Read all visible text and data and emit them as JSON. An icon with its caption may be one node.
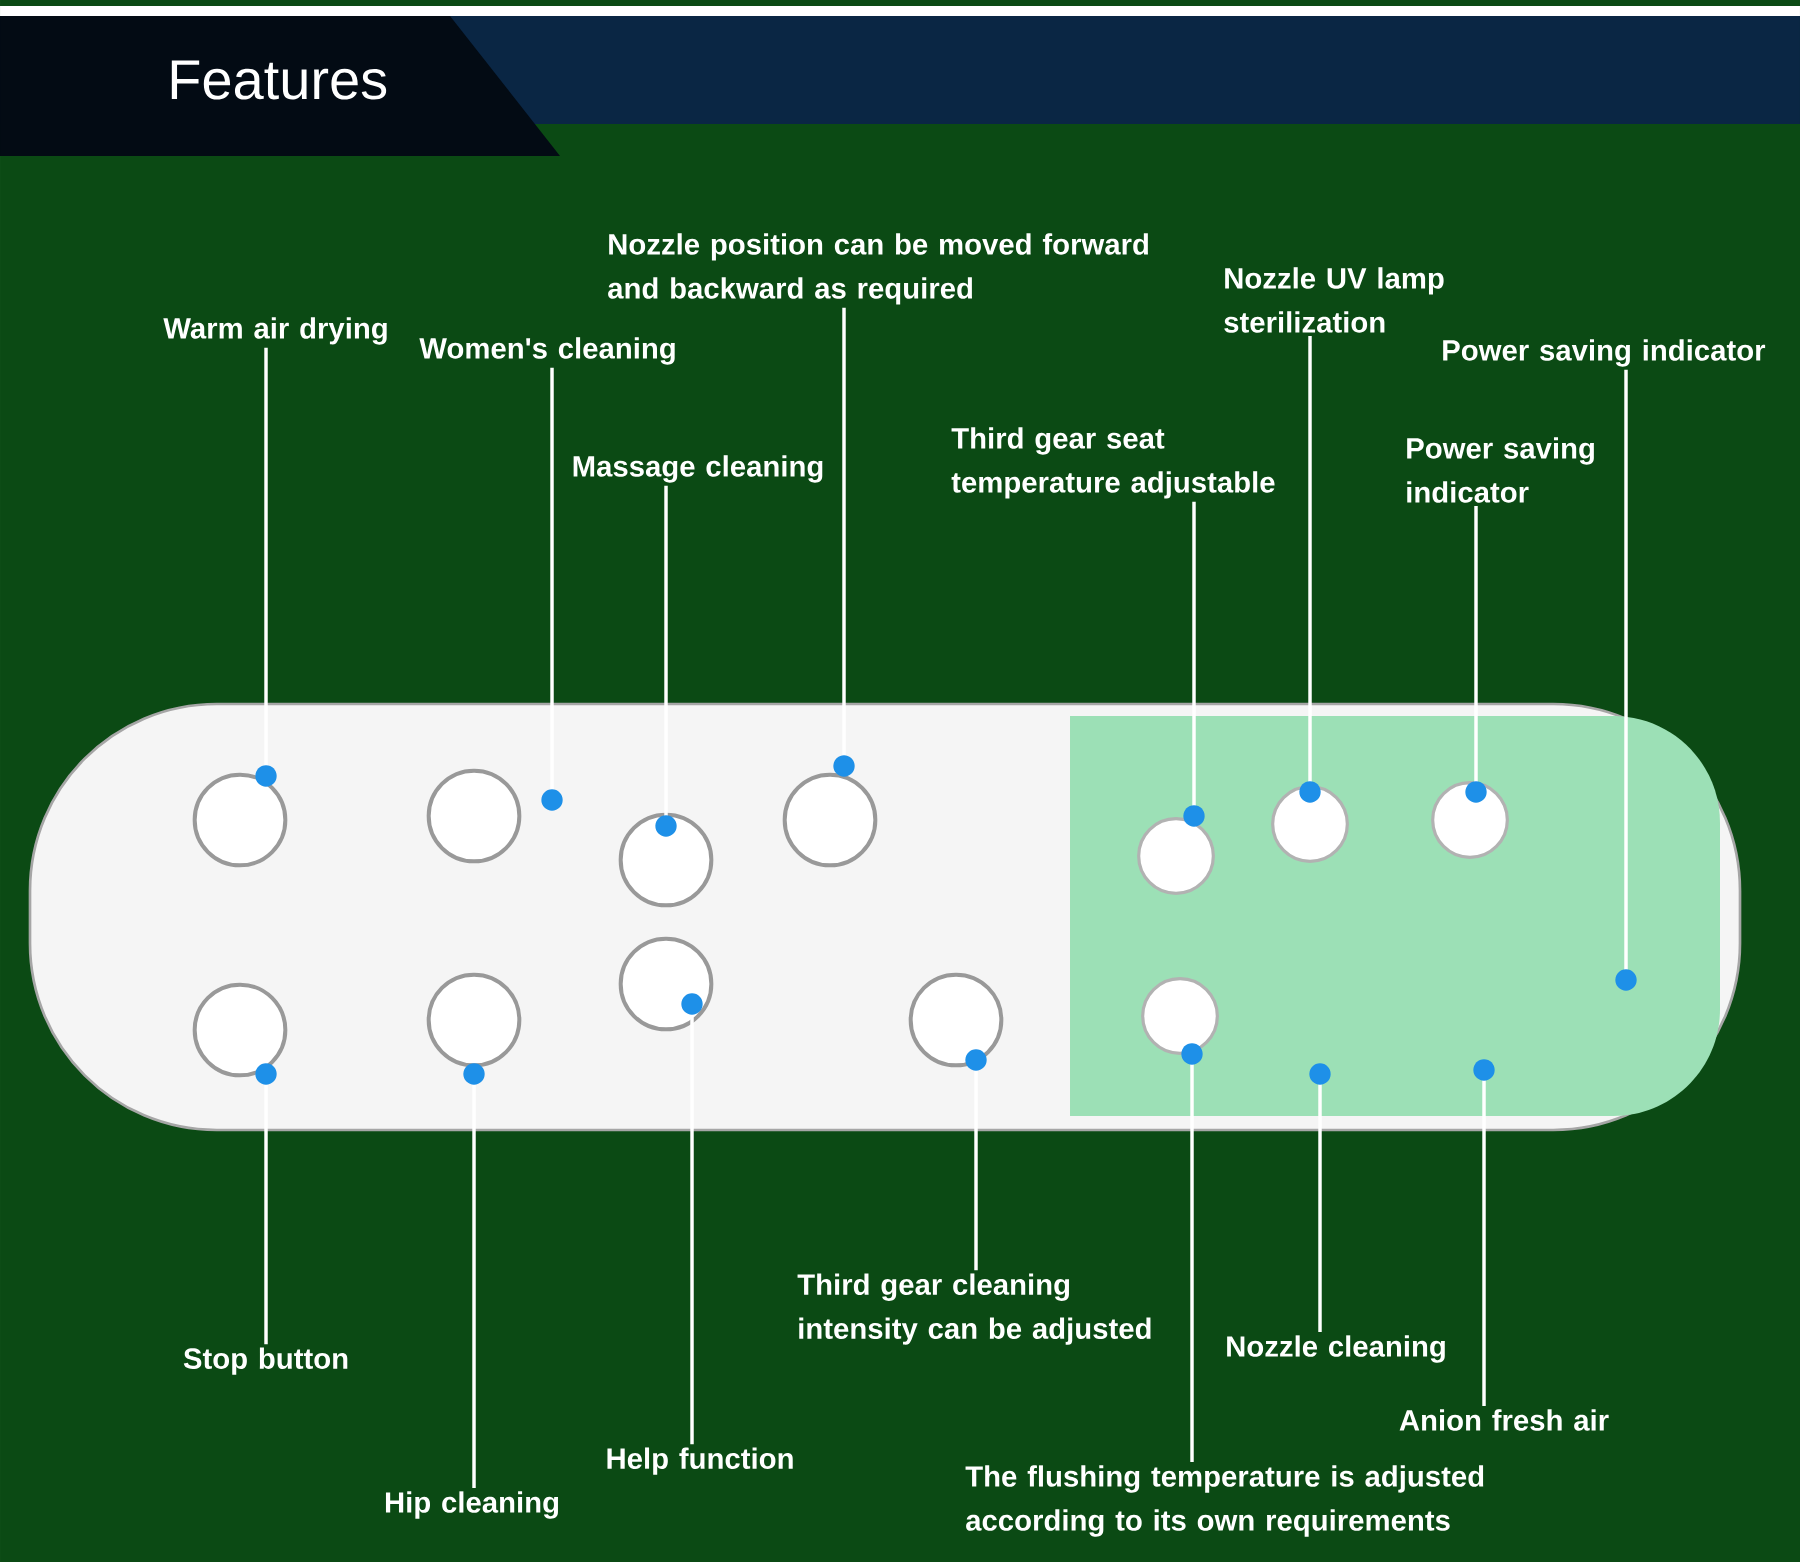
{
  "diagram": {
    "title": "Features",
    "nodes": [
      {
        "text": [
          "Warm air drying"
        ]
      },
      {
        "text": [
          "Women's cleaning"
        ]
      },
      {
        "text": [
          "Massage cleaning"
        ]
      },
      {
        "text": [
          "Nozzle position can be moved forward and backward as required"
        ]
      },
      {
        "text": [
          "Third gear seat temperature adjustable"
        ]
      },
      {
        "text": [
          "Nozzle UV lamp sterilization"
        ]
      },
      {
        "text": [
          "Power saving indicator"
        ]
      },
      {
        "text": [
          "Power saving indicator"
        ]
      },
      {
        "text": [
          "Stop button"
        ]
      },
      {
        "text": [
          "Hip cleaning"
        ]
      },
      {
        "text": [
          "Help function"
        ]
      },
      {
        "text": [
          "Third gear cleaning intensity can be adjusted"
        ]
      },
      {
        "text": [
          "The flushing temperature is adjusted according to its own requirements"
        ]
      },
      {
        "text": [
          "Nozzle cleaning"
        ]
      },
      {
        "text": [
          "Anion fresh air"
        ]
      }
    ],
    "edges": [
      {
        "from": 0,
        "to": null,
        "arrow": "other"
      },
      {
        "from": 1,
        "to": null,
        "arrow": "other"
      },
      {
        "from": 2,
        "to": null,
        "arrow": "other"
      },
      {
        "from": 3,
        "to": null,
        "arrow": "other"
      },
      {
        "from": 4,
        "to": null,
        "arrow": "other"
      },
      {
        "from": 5,
        "to": null,
        "arrow": "other"
      },
      {
        "from": 6,
        "to": null,
        "arrow": "other"
      },
      {
        "from": 7,
        "to": null,
        "arrow": "other"
      },
      {
        "from": 8,
        "to": null,
        "arrow": "other"
      },
      {
        "from": 9,
        "to": null,
        "arrow": "other"
      },
      {
        "from": 10,
        "to": null,
        "arrow": "other"
      },
      {
        "from": 11,
        "to": null,
        "arrow": "other"
      },
      {
        "from": 12,
        "to": null,
        "arrow": "other"
      },
      {
        "from": 13,
        "to": null,
        "arrow": "other"
      },
      {
        "from": 14,
        "to": null,
        "arrow": "other"
      }
    ]
  }
}
